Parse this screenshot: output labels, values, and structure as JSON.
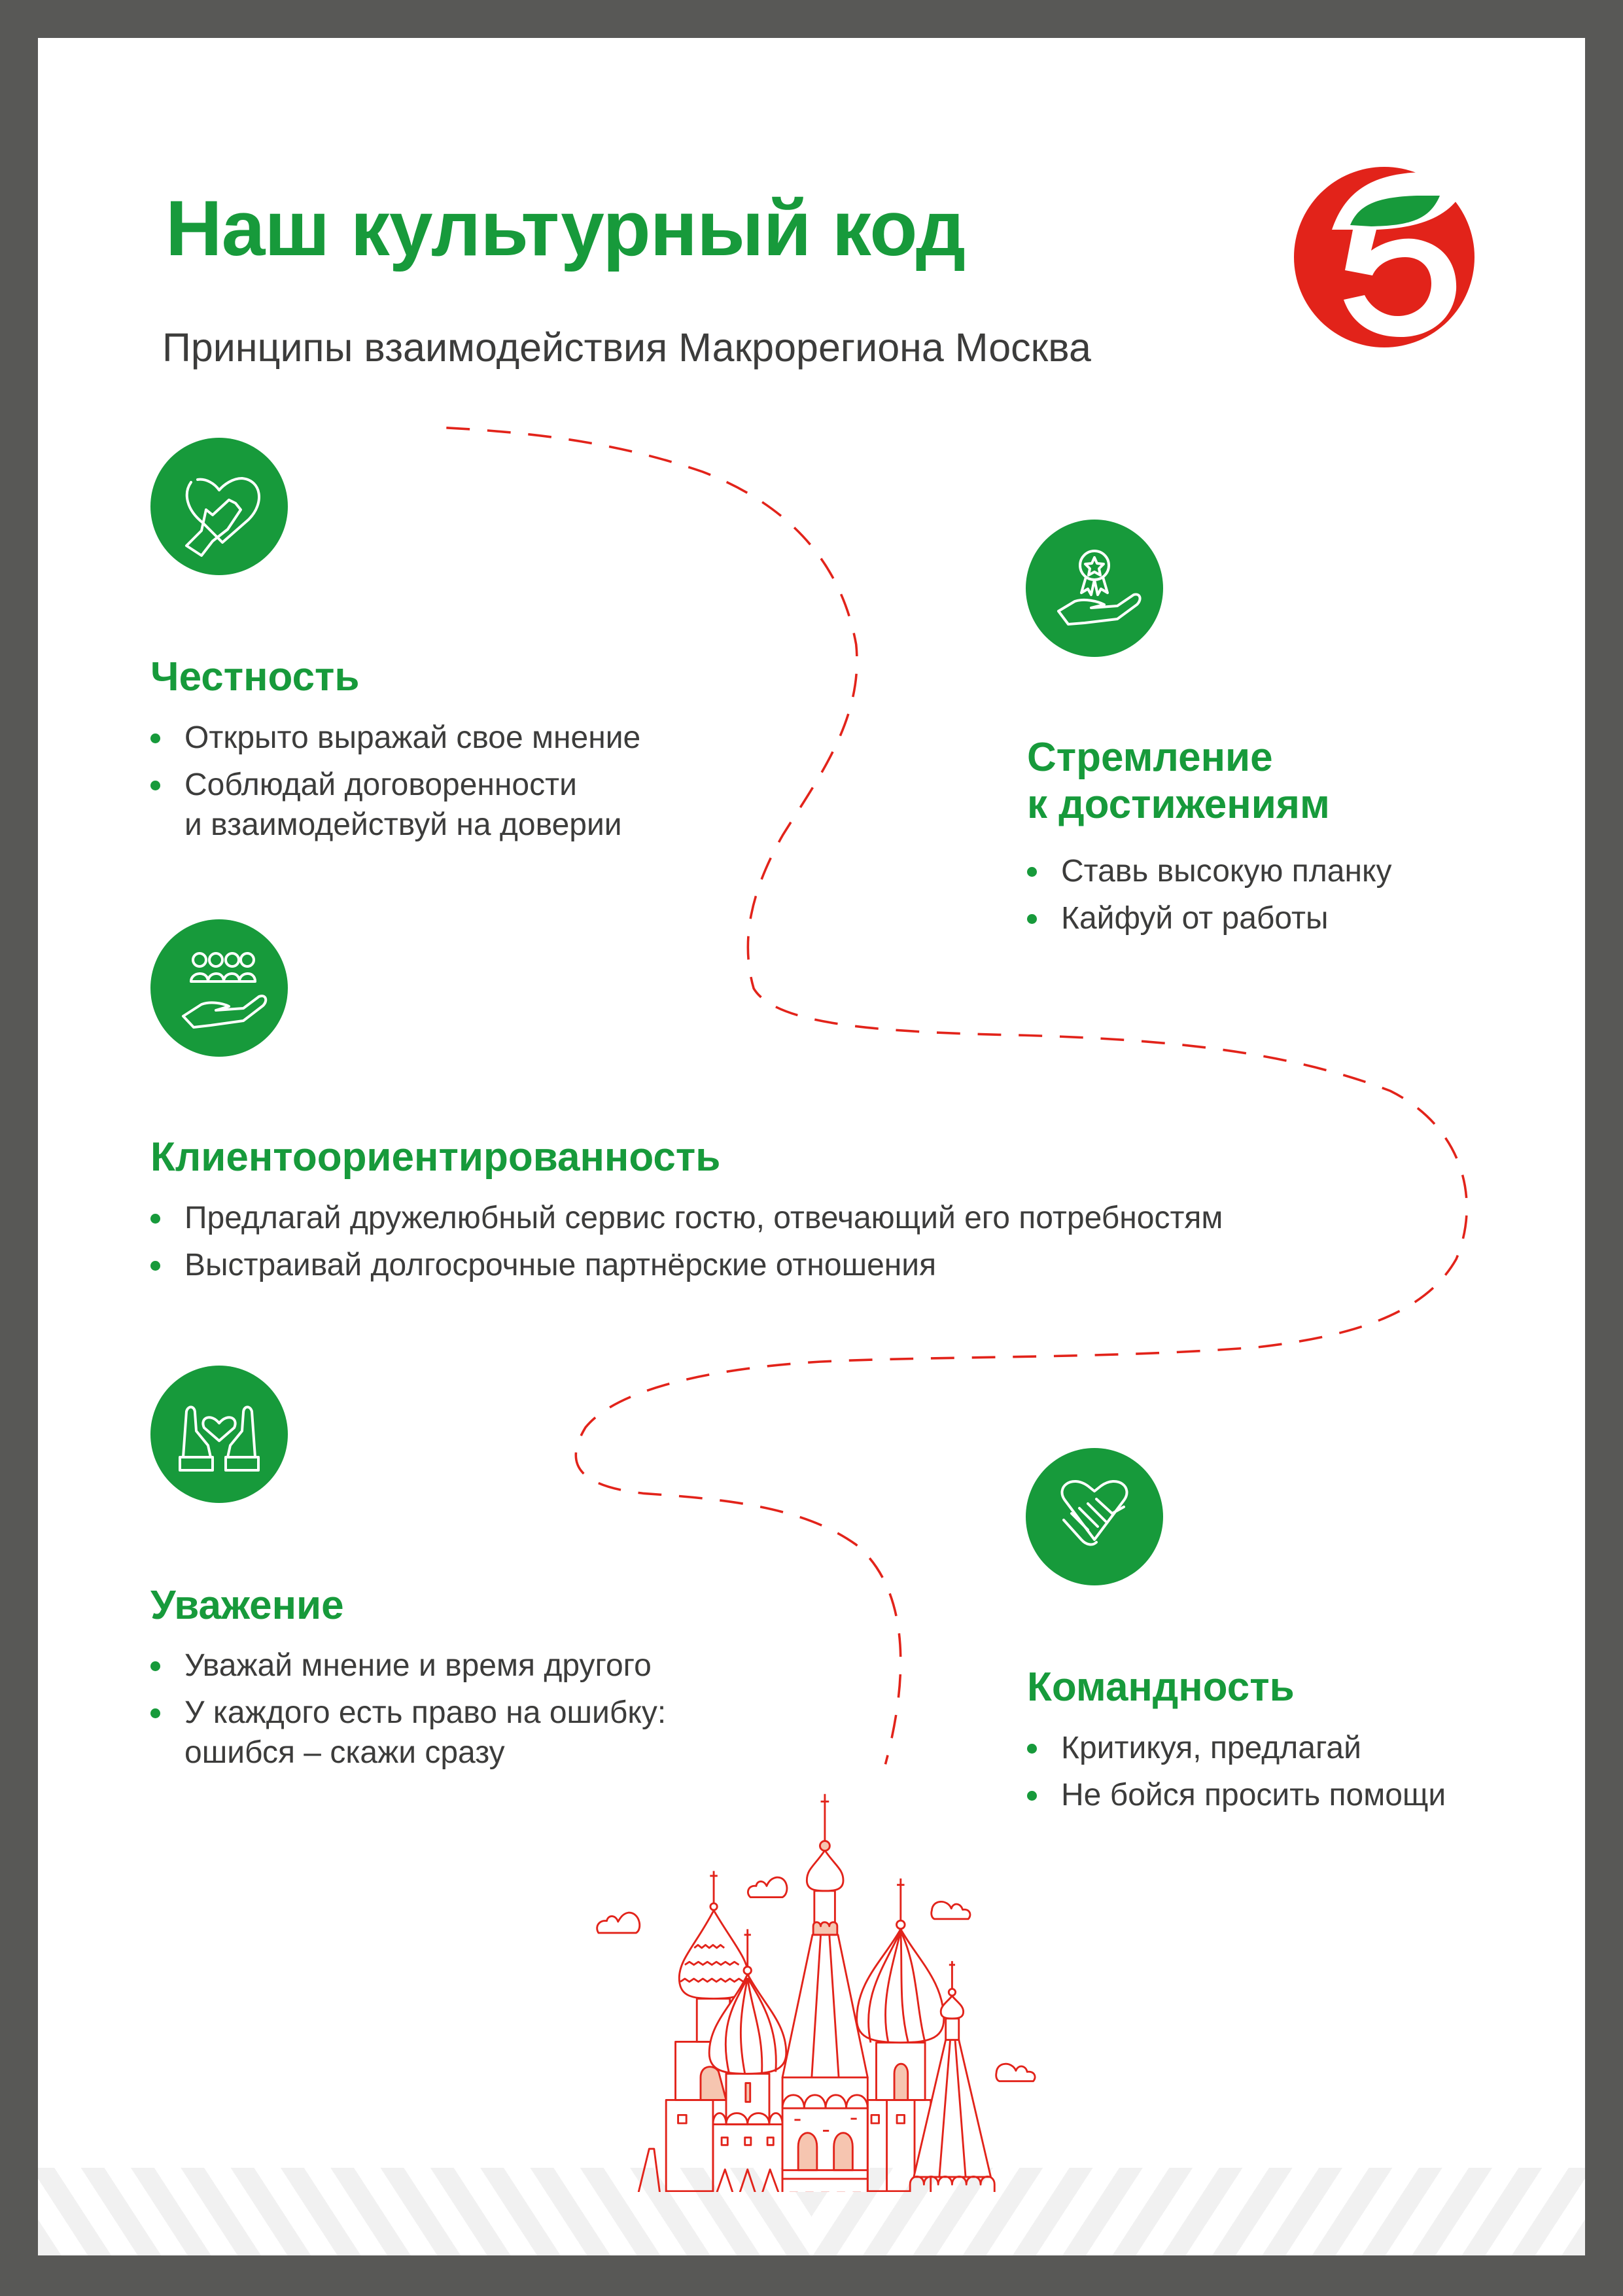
{
  "header": {
    "title": "Наш культурный код",
    "subtitle": "Принципы взаимодействия Макрорегиона Москва",
    "logo": "pyaterochka-logo"
  },
  "colors": {
    "brand_green": "#179a3b",
    "brand_red": "#e2231a",
    "frame": "#585856",
    "text": "#3c3c3b"
  },
  "principles": [
    {
      "heading": "Честность",
      "icon": "hand-on-heart-icon",
      "bullets": [
        "Открыто выражай свое мнение",
        "Соблюдай договоренности\nи взаимодействуй на доверии"
      ]
    },
    {
      "heading": "Стремление\nк достижениям",
      "icon": "award-in-hand-icon",
      "bullets": [
        "Ставь высокую планку",
        "Кайфуй от работы"
      ]
    },
    {
      "heading": "Клиентоориентированность",
      "icon": "people-in-hand-icon",
      "bullets": [
        "Предлагай дружелюбный сервис гостю, отвечающий его потребностям",
        "Выстраивай долгосрочные партнёрские отношения"
      ]
    },
    {
      "heading": "Уважение",
      "icon": "hands-with-heart-icon",
      "bullets": [
        "Уважай мнение и время другого",
        "У каждого есть право на ошибку:\nошибся – скажи сразу"
      ]
    },
    {
      "heading": "Командность",
      "icon": "handshake-heart-icon",
      "bullets": [
        "Критикуя, предлагай",
        "Не бойся просить помощи"
      ]
    }
  ]
}
